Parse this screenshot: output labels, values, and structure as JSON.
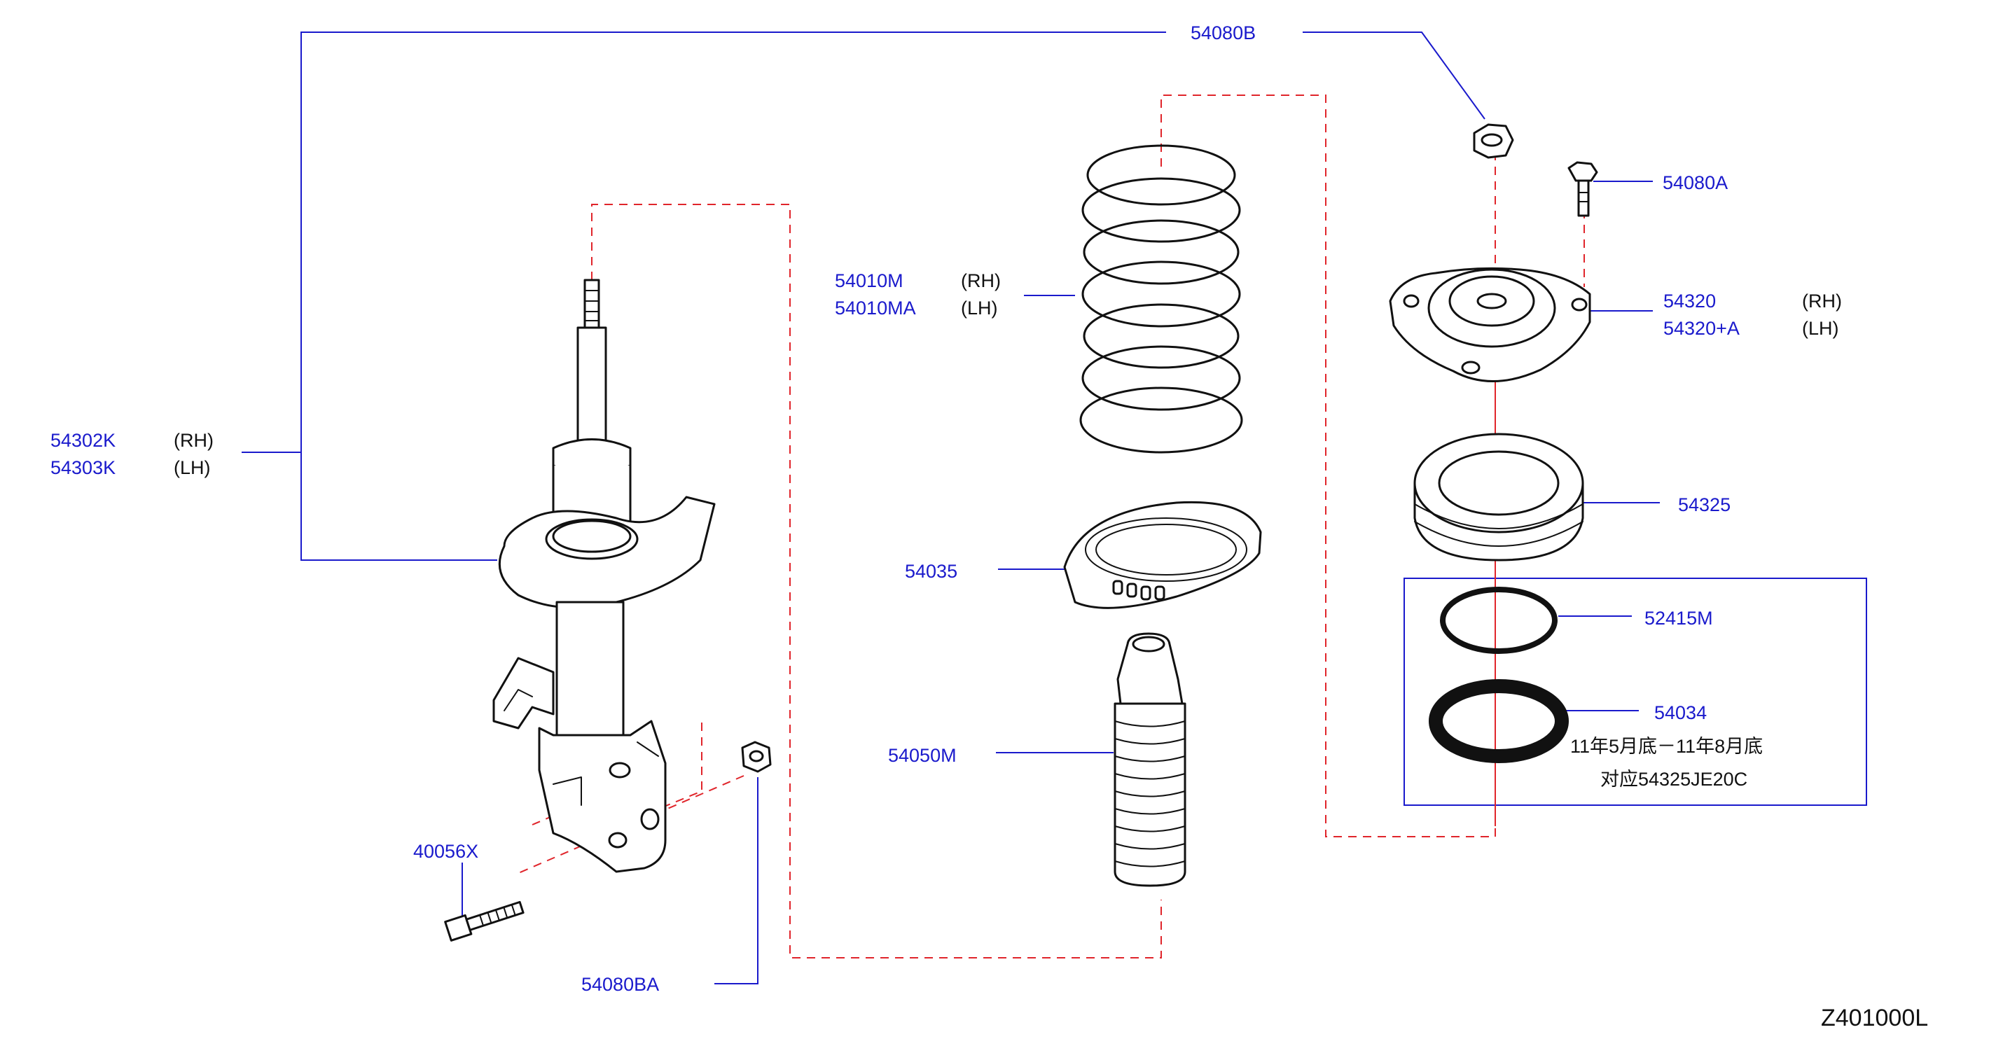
{
  "parts": {
    "strut_rh": {
      "number": "54302K",
      "side": "(RH)"
    },
    "strut_lh": {
      "number": "54303K",
      "side": "(LH)"
    },
    "nut_upper": {
      "number": "54080B"
    },
    "spring_rh": {
      "number": "54010M",
      "side": "(RH)"
    },
    "spring_lh": {
      "number": "54010MA",
      "side": "(LH)"
    },
    "bolt_mount": {
      "number": "54080A"
    },
    "mount_rh": {
      "number": "54320",
      "side": "(RH)"
    },
    "mount_lh": {
      "number": "54320+A",
      "side": "(LH)"
    },
    "bearing": {
      "number": "54325"
    },
    "seat": {
      "number": "54035"
    },
    "ring": {
      "number": "52415M"
    },
    "bound_bumper": {
      "number": "54050M"
    },
    "insulator": {
      "number": "54034"
    },
    "bolt_lower": {
      "number": "40056X"
    },
    "nut_lower": {
      "number": "54080BA"
    }
  },
  "note": {
    "line1": "11年5月底－11年8月底",
    "line2": "对应54325JE20C"
  },
  "diagram_code": "Z401000L",
  "colors": {
    "part_number": "#1a1acc",
    "leader": "#1a1acc",
    "assembly_dash": "#e0252b",
    "linework": "#111111"
  }
}
